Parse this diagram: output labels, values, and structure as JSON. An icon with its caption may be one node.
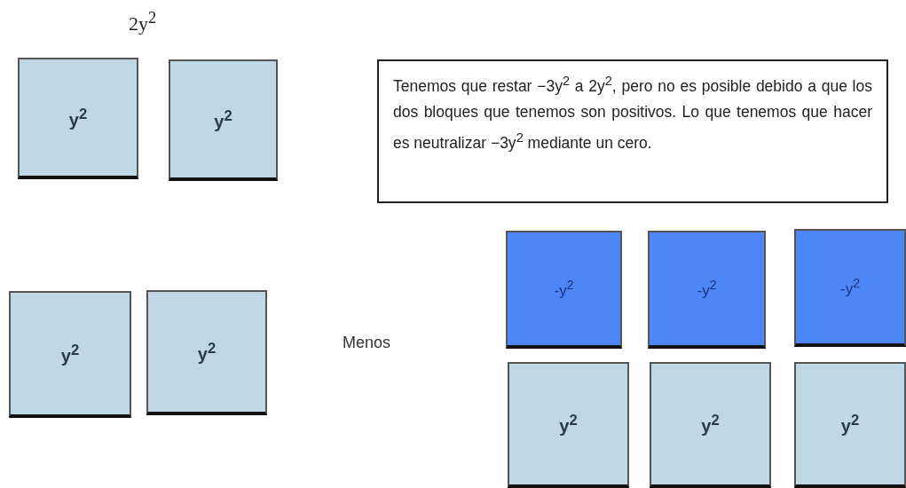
{
  "diagram": {
    "nodes": [
      {
        "text": [
          "y$^{2}$"
        ]
      },
      {
        "text": [
          "y$^{2}$"
        ]
      },
      {
        "text": [
          "Tenemos que restar −3y$^{2}$ a 2y$^{2}$, pero no es posible debido a que los dos bloques que tenemos son positivos. Lo que tenemos que hacer es neutralizar −3y$^{2}$ mediante un cero."
        ]
      },
      {
        "text": [
          "y$^{2}$"
        ]
      },
      {
        "text": [
          "y$^{2}$"
        ]
      },
      {
        "text": [
          "-y$^{2}$"
        ]
      },
      {
        "text": [
          "-y$^{2}$"
        ]
      },
      {
        "text": [
          "-y$^{2}$"
        ]
      },
      {
        "text": [
          "y$^{2}$"
        ]
      },
      {
        "text": [
          "y$^{2}$"
        ]
      },
      {
        "text": [
          "y$^{2}$"
        ]
      }
    ],
    "labels": [
      "2y$^{2}$",
      "Menos"
    ]
  }
}
